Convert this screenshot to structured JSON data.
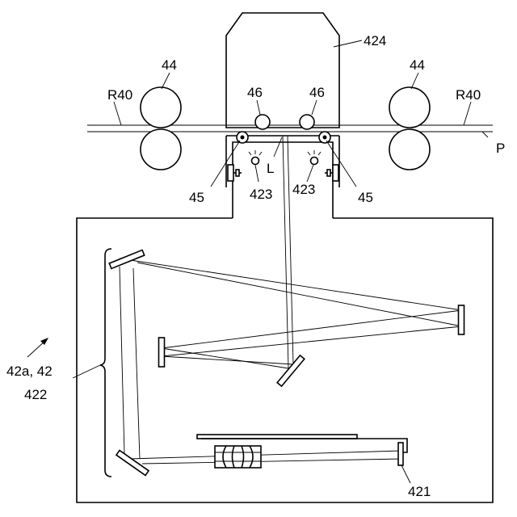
{
  "labels": {
    "housing": "424",
    "roller_left": "44",
    "roller_right": "44",
    "path_left": "R40",
    "path_right": "R40",
    "sheet": "P",
    "pressing_roller_left": "46",
    "pressing_roller_right": "46",
    "light_path": "L",
    "guide_roller_left": "45",
    "guide_roller_right": "45",
    "lamp_left": "423",
    "lamp_right": "423",
    "unit": "42a, 42",
    "optical_system": "422",
    "sensor": "421"
  }
}
